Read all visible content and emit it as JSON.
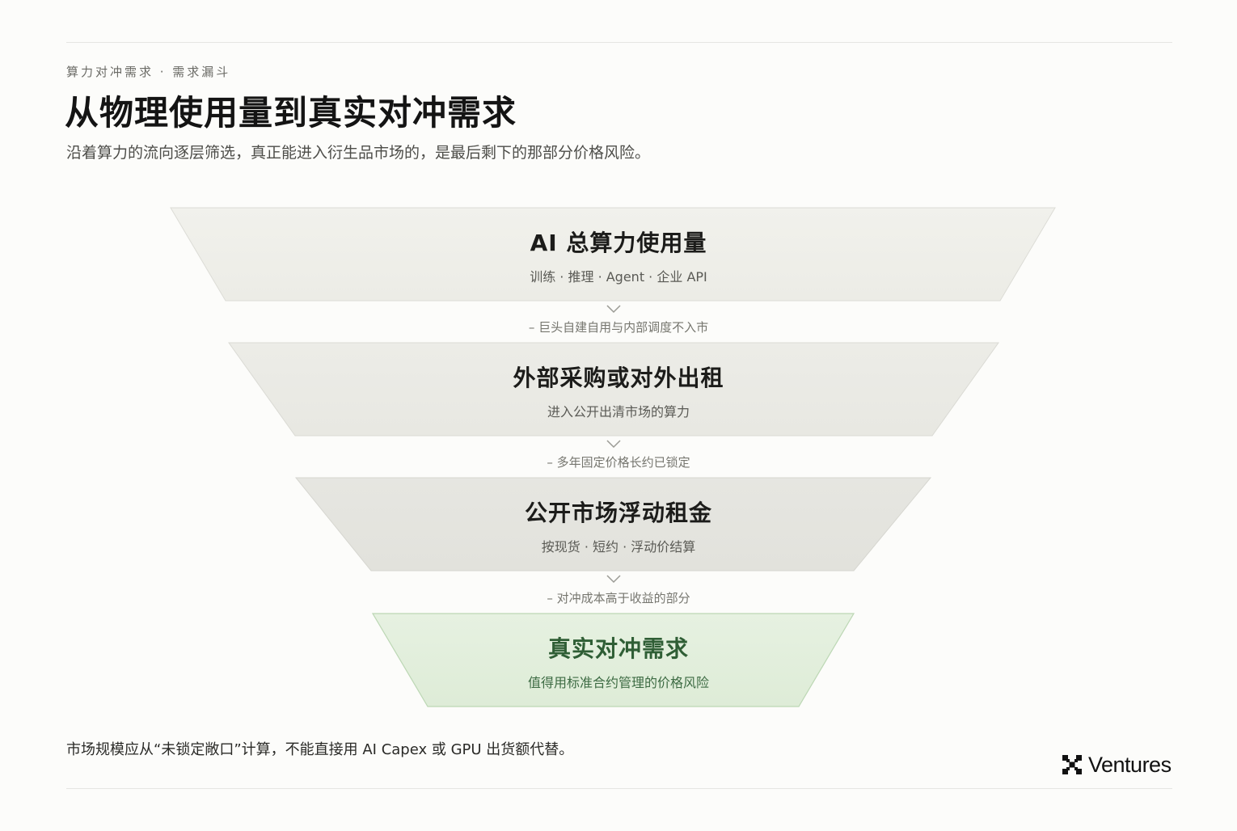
{
  "header": {
    "eyebrow": "算力对冲需求 · 需求漏斗",
    "title": "从物理使用量到真实对冲需求",
    "subtitle": "沿着算力的流向逐层筛选，真正能进入衍生品市场的，是最后剩下的那部分价格风险。"
  },
  "funnel": {
    "stages": [
      {
        "title": "AI 总算力使用量",
        "subtitle": "训练 · 推理 · Agent · 企业 API"
      },
      {
        "title": "外部采购或对外出租",
        "subtitle": "进入公开出清市场的算力"
      },
      {
        "title": "公开市场浮动租金",
        "subtitle": "按现货 · 短约 · 浮动价结算"
      },
      {
        "title": "真实对冲需求",
        "subtitle": "值得用标准合约管理的价格风险"
      }
    ],
    "drops": [
      "– 巨头自建自用与内部调度不入市",
      "– 多年固定价格长约已锁定",
      "– 对冲成本高于收益的部分"
    ],
    "colors": {
      "stage_fill": "#efefea",
      "stage_fill_dark": "#e4e4df",
      "final_fill": "#e3f0dd",
      "final_stroke": "#bcd7b4",
      "final_text": "#2f5e35"
    }
  },
  "footer": {
    "note": "市场规模应从“未锁定敞口”计算，不能直接用 AI Capex 或 GPU 出货额代替。",
    "brand_name": "Ventures",
    "brand_icon": "x-logo-icon"
  }
}
